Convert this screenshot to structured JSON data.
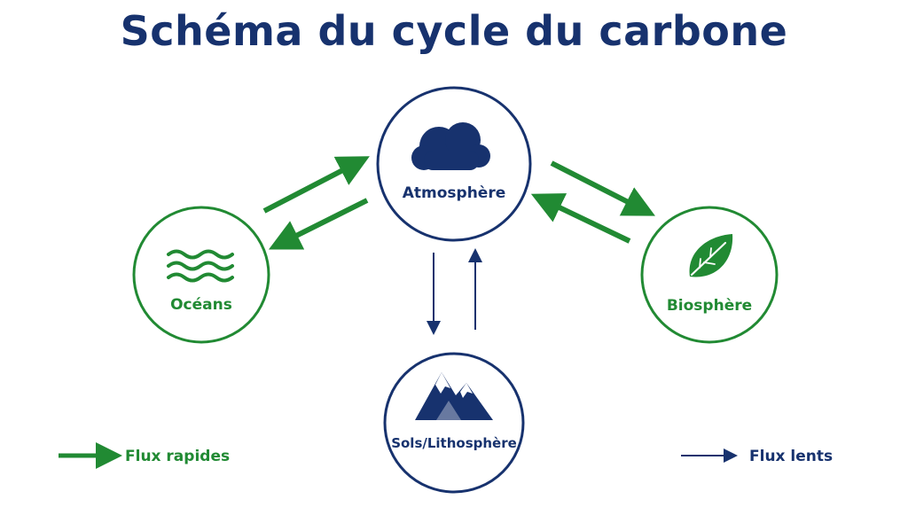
{
  "title": "Schéma du cycle du carbone",
  "colors": {
    "navy": "#17326e",
    "green": "#218a33"
  },
  "nodes": {
    "atmosphere": {
      "label": "Atmosphère",
      "icon": "cloud-icon"
    },
    "oceans": {
      "label": "Océans",
      "icon": "waves-icon"
    },
    "biosphere": {
      "label": "Biosphère",
      "icon": "leaf-icon"
    },
    "lithosphere": {
      "label": "Sols/Lithosphère",
      "icon": "mountain-icon"
    }
  },
  "legend": {
    "fast": "Flux rapides",
    "slow": "Flux lents"
  }
}
